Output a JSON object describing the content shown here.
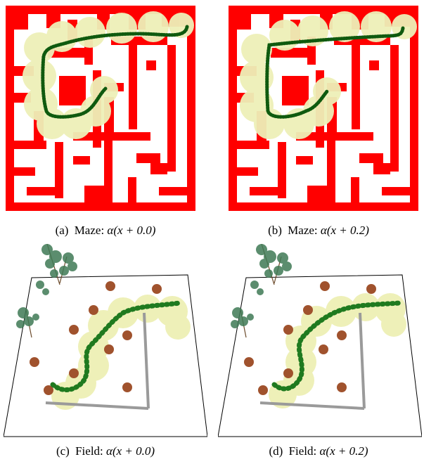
{
  "figure": {
    "panels": [
      {
        "id": "a",
        "label": "(a)",
        "text": "Maze:",
        "expr": "α(x + 0.0)"
      },
      {
        "id": "b",
        "label": "(b)",
        "text": "Maze:",
        "expr": "α(x + 0.2)"
      },
      {
        "id": "c",
        "label": "(c)",
        "text": "Field:",
        "expr": "α(x + 0.0)"
      },
      {
        "id": "d",
        "label": "(d)",
        "text": "Field:",
        "expr": "α(x + 0.2)"
      }
    ]
  },
  "colors": {
    "wall": "#ff0000",
    "region": "#eef0b8",
    "path": "#1f7a1f",
    "path_dark": "#0f5a0f",
    "cone": "#a0522d",
    "tree": "#3f7a55",
    "fence": "#9a9a9a"
  }
}
